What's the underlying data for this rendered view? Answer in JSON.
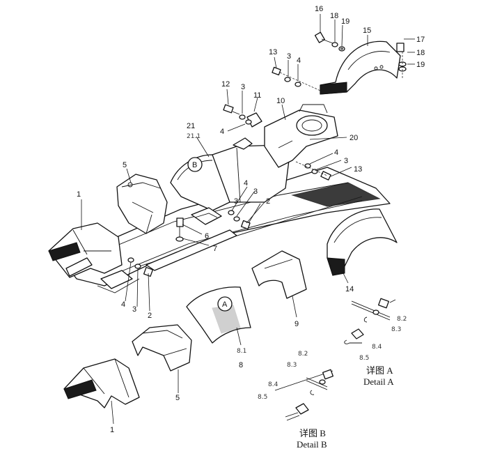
{
  "diagram": {
    "labels": {
      "l1a": "1",
      "l1b": "1",
      "l2a": "2",
      "l2b": "2",
      "l3a": "3",
      "l3b": "3",
      "l3c": "3",
      "l3d": "3",
      "l3e": "3",
      "l3f": "3",
      "l4a": "4",
      "l4b": "4",
      "l4c": "4",
      "l4d": "4",
      "l4e": "4",
      "l5a": "5",
      "l5b": "5",
      "l6": "6",
      "l7": "7",
      "l8": "8",
      "l9": "9",
      "l10": "10",
      "l11": "11",
      "l12": "12",
      "l13a": "13",
      "l13b": "13",
      "l14": "14",
      "l15": "15",
      "l16": "16",
      "l17": "17",
      "l18a": "18",
      "l18b": "18",
      "l19a": "19",
      "l19b": "19",
      "l20": "20",
      "l21": "21",
      "l21_1": "21.1",
      "l8_1": "8.1",
      "l8_2a": "8.2",
      "l8_3a": "8.3",
      "l8_4a": "8.4",
      "l8_5a": "8.5",
      "l8_2b": "8.2",
      "l8_3b": "8.3",
      "l8_4b": "8.4",
      "l8_5b": "8.5",
      "callout_a": "A",
      "callout_b": "B"
    },
    "detail_a": {
      "cn": "详图 A",
      "en": "Detail A"
    },
    "detail_b": {
      "cn": "详图 B",
      "en": "Detail B"
    }
  }
}
